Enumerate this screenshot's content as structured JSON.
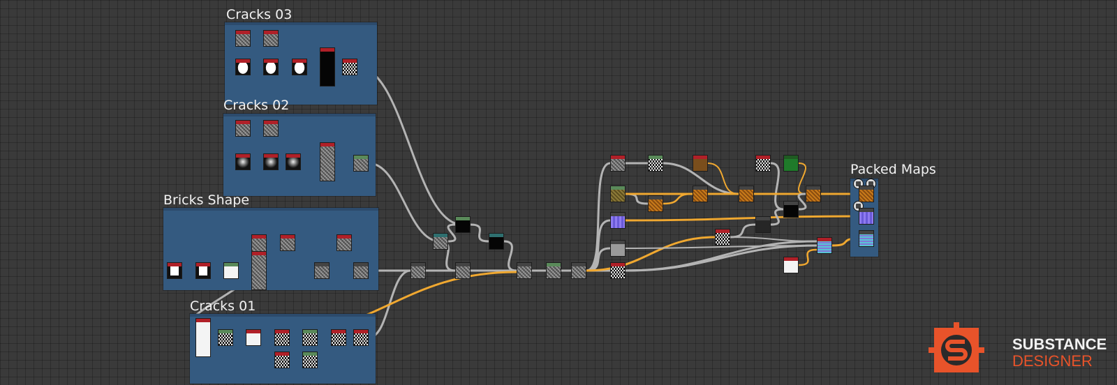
{
  "app": "Substance Designer",
  "frames": {
    "cracks03": {
      "title": "Cracks 03"
    },
    "cracks02": {
      "title": "Cracks 02"
    },
    "bricks": {
      "title": "Bricks Shape"
    },
    "cracks01": {
      "title": "Cracks 01"
    },
    "packed": {
      "title": "Packed Maps"
    }
  },
  "logo": {
    "line1": "SUBSTANCE",
    "line2": "DESIGNER",
    "icon": "substance-s-logo-icon"
  },
  "colors": {
    "background": "#3a3a3a",
    "frame": "#345a80",
    "wire_gray": "#b4b4b4",
    "wire_orange": "#f0a830",
    "node_header_red": "#b02028",
    "logo_orange": "#e8532a"
  }
}
